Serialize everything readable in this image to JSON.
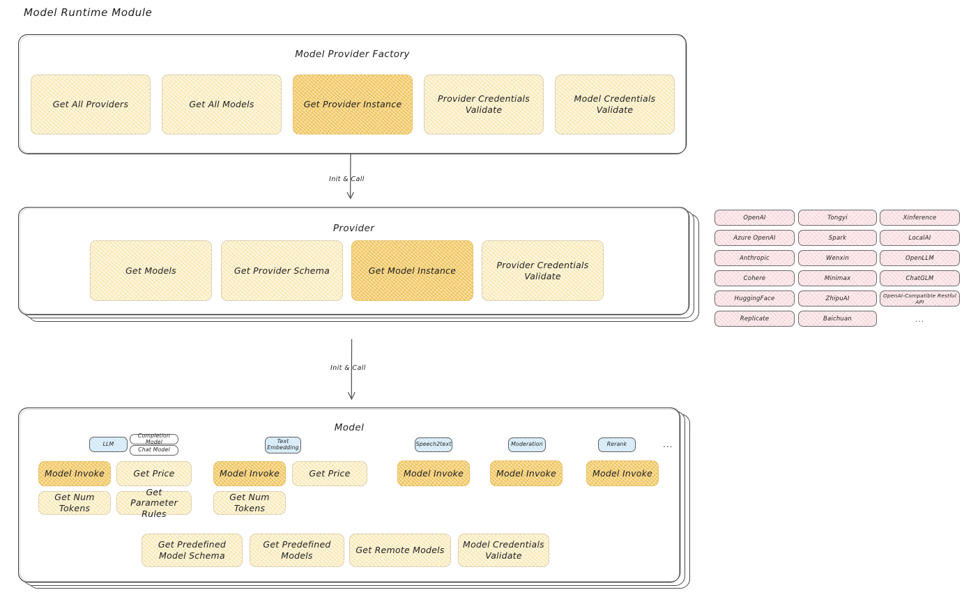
{
  "page": {
    "title": "Model Runtime Module"
  },
  "factory": {
    "title": "Model Provider Factory",
    "boxes": [
      {
        "label": "Get All Providers",
        "highlight": false
      },
      {
        "label": "Get All Models",
        "highlight": false
      },
      {
        "label": "Get Provider Instance",
        "highlight": true
      },
      {
        "label": "Provider Credentials Validate",
        "highlight": false
      },
      {
        "label": "Model Credentials Validate",
        "highlight": false
      }
    ]
  },
  "arrow1": {
    "label": "Init & Call"
  },
  "provider": {
    "title": "Provider",
    "boxes": [
      {
        "label": "Get Models",
        "highlight": false
      },
      {
        "label": "Get Provider Schema",
        "highlight": false
      },
      {
        "label": "Get Model Instance",
        "highlight": true
      },
      {
        "label": "Provider Credentials Validate",
        "highlight": false
      }
    ]
  },
  "arrow2": {
    "label": "Init & Call"
  },
  "provider_list": {
    "columns": [
      {
        "items": [
          "OpenAI",
          "Azure OpenAI",
          "Anthropic",
          "Cohere",
          "HuggingFace",
          "Replicate"
        ]
      },
      {
        "items": [
          "Tongyi",
          "Spark",
          "Wenxin",
          "Minimax",
          "ZhipuAI",
          "Baichuan"
        ]
      },
      {
        "items": [
          "Xinference",
          "LocalAI",
          "OpenLLM",
          "ChatGLM",
          "OpenAI-Compatible Restful API"
        ]
      }
    ],
    "more": "..."
  },
  "model": {
    "title": "Model",
    "more": "...",
    "groups": [
      {
        "badge": "LLM",
        "sub_badges": [
          "Completion Model",
          "Chat Model"
        ],
        "methods": [
          {
            "label": "Model Invoke",
            "highlight": true
          },
          {
            "label": "Get Price",
            "highlight": false
          },
          {
            "label": "Get Num Tokens",
            "highlight": false
          },
          {
            "label": "Get Parameter Rules",
            "highlight": false
          }
        ]
      },
      {
        "badge": "Text Embedding",
        "sub_badges": [],
        "methods": [
          {
            "label": "Model Invoke",
            "highlight": true
          },
          {
            "label": "Get Price",
            "highlight": false
          },
          {
            "label": "Get Num Tokens",
            "highlight": false
          }
        ]
      },
      {
        "badge": "Speech2text",
        "sub_badges": [],
        "methods": [
          {
            "label": "Model Invoke",
            "highlight": true
          }
        ]
      },
      {
        "badge": "Moderation",
        "sub_badges": [],
        "methods": [
          {
            "label": "Model Invoke",
            "highlight": true
          }
        ]
      },
      {
        "badge": "Rerank",
        "sub_badges": [],
        "methods": [
          {
            "label": "Model Invoke",
            "highlight": true
          }
        ]
      }
    ],
    "common_methods": [
      {
        "label": "Get Predefined Model Schema"
      },
      {
        "label": "Get Predefined Models"
      },
      {
        "label": "Get Remote Models"
      },
      {
        "label": "Model Credentials Validate"
      }
    ]
  },
  "colors": {
    "highlight_fill": "#fbe2a4",
    "normal_fill": "#fdf6e0",
    "provider_chip_fill": "#fdeef0",
    "badge_blue_fill": "#dff0fb",
    "stroke": "#1e1e1e",
    "background": "#ffffff"
  }
}
